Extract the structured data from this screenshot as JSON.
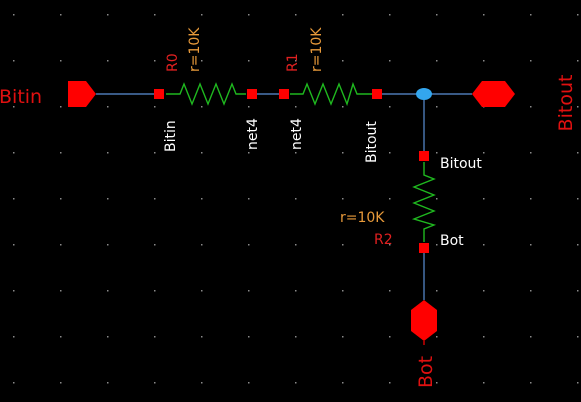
{
  "colors": {
    "background": "#000000",
    "wire": "#5b8fd6",
    "pin": "#ff0000",
    "resistor": "#1fb81f",
    "net_label": "#ffffff",
    "instance_label": "#e02020",
    "param_label": "#e89a3a",
    "port_label": "#e01010",
    "junction": "#33a6ee",
    "grid_dot": "#8a8a8a"
  },
  "ports": {
    "bitin": "Bitin",
    "bitout": "Bitout",
    "bot": "Bot"
  },
  "components": {
    "r0": {
      "name": "R0",
      "param": "r=10K",
      "pin_a": "Bitin",
      "pin_b": "net4"
    },
    "r1": {
      "name": "R1",
      "param": "r=10K",
      "pin_a": "net4",
      "pin_b": "Bitout"
    },
    "r2": {
      "name": "R2",
      "param": "r=10K",
      "pin_a": "Bitout",
      "pin_b": "Bot"
    }
  }
}
